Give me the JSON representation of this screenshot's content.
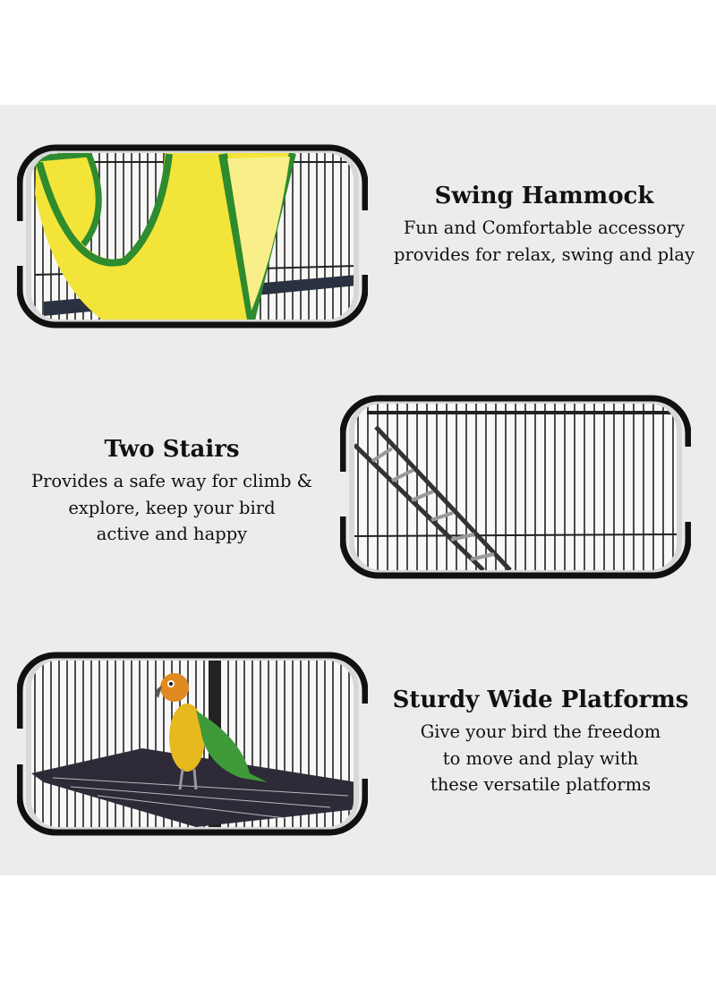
{
  "features": [
    {
      "title": "Swing Hammock",
      "lines": [
        "Fun and Comfortable accessory",
        "provides for relax, swing and play"
      ]
    },
    {
      "title": "Two Stairs",
      "lines": [
        "Provides a safe way for climb &",
        "explore, keep your bird",
        "active and happy"
      ]
    },
    {
      "title": "Sturdy Wide Platforms",
      "lines": [
        "Give your bird the freedom",
        "to move and play with",
        "these versatile platforms"
      ]
    }
  ],
  "colors": {
    "background": "#ececec",
    "frame": "#111111",
    "hammock_yellow": "#f3e43a",
    "hammock_green": "#2e8b2e"
  }
}
